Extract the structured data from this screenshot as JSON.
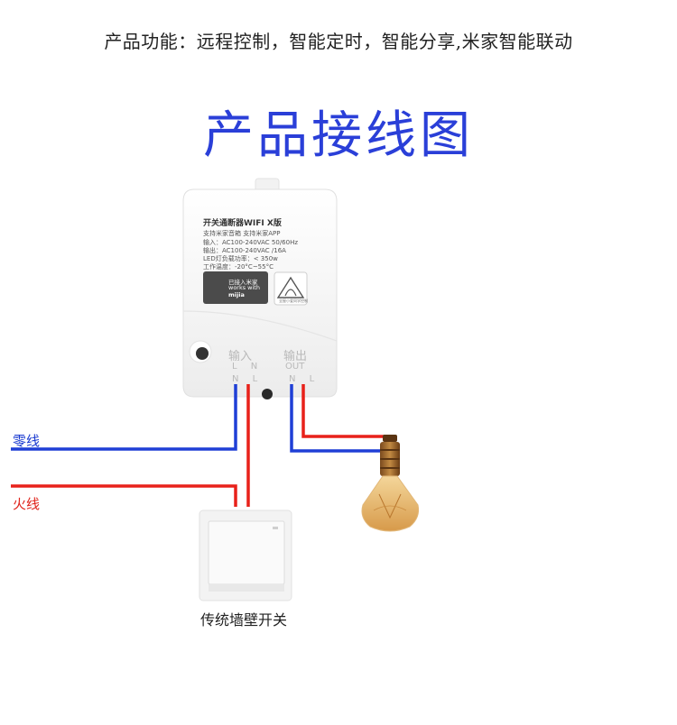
{
  "header": {
    "features": "产品功能：远程控制，智能定时，智能分享,米家智能联动",
    "title": "产品接线图"
  },
  "device": {
    "title": "开关通断器WIFI X版",
    "lines": [
      "支持米家音箱 支持米家APP",
      "输入：AC100-240VAC 50/60Hz",
      "输出：AC100-240VAC /16A",
      "LED灯负载功率：< 350w",
      "工作温度：-20°C~55°C"
    ],
    "badge": {
      "line1": "已接入米家",
      "line2": "works with",
      "line3": "mijia"
    },
    "cert": "全屋小爱同学控制",
    "input": {
      "label": "输入",
      "sub": "L N",
      "terminals": "N L"
    },
    "output": {
      "label": "输出",
      "sub": "OUT",
      "terminals": "N L"
    }
  },
  "wires": {
    "neutral_label": "零线",
    "live_label": "火线",
    "neutral_color": "#1f3fd6",
    "live_color": "#e8211a"
  },
  "switch": {
    "label": "传统墙壁开关"
  },
  "icons": [
    "mijia-logo-icon",
    "xiaoai-cert-icon",
    "light-bulb-icon"
  ]
}
